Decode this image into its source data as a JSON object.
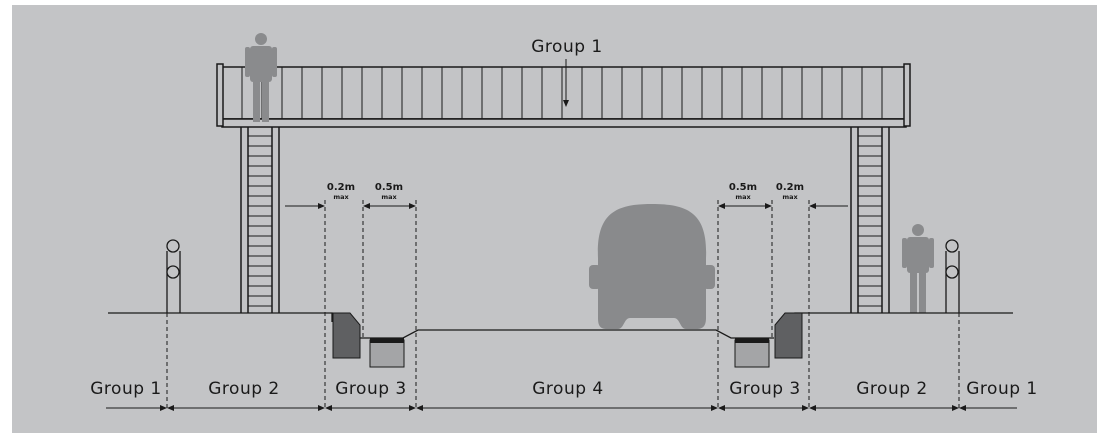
{
  "top_label": "Group 1",
  "bottom_labels": {
    "left_group1": "Group 1",
    "left_group2": "Group 2",
    "left_group3": "Group 3",
    "center_group4": "Group 4",
    "right_group3": "Group 3",
    "right_group2": "Group 2",
    "right_group1": "Group 1"
  },
  "dimensions": {
    "left_02": "0.2m",
    "left_05": "0.5m",
    "right_05": "0.5m",
    "right_02": "0.2m",
    "max_text": "max"
  },
  "colors": {
    "background": "#c3c4c6",
    "line": "#1a1a1a",
    "figure": "#8a8b8d",
    "vehicle": "#898a8c",
    "curb": "#5f6062",
    "drain": "#a4a5a7"
  }
}
